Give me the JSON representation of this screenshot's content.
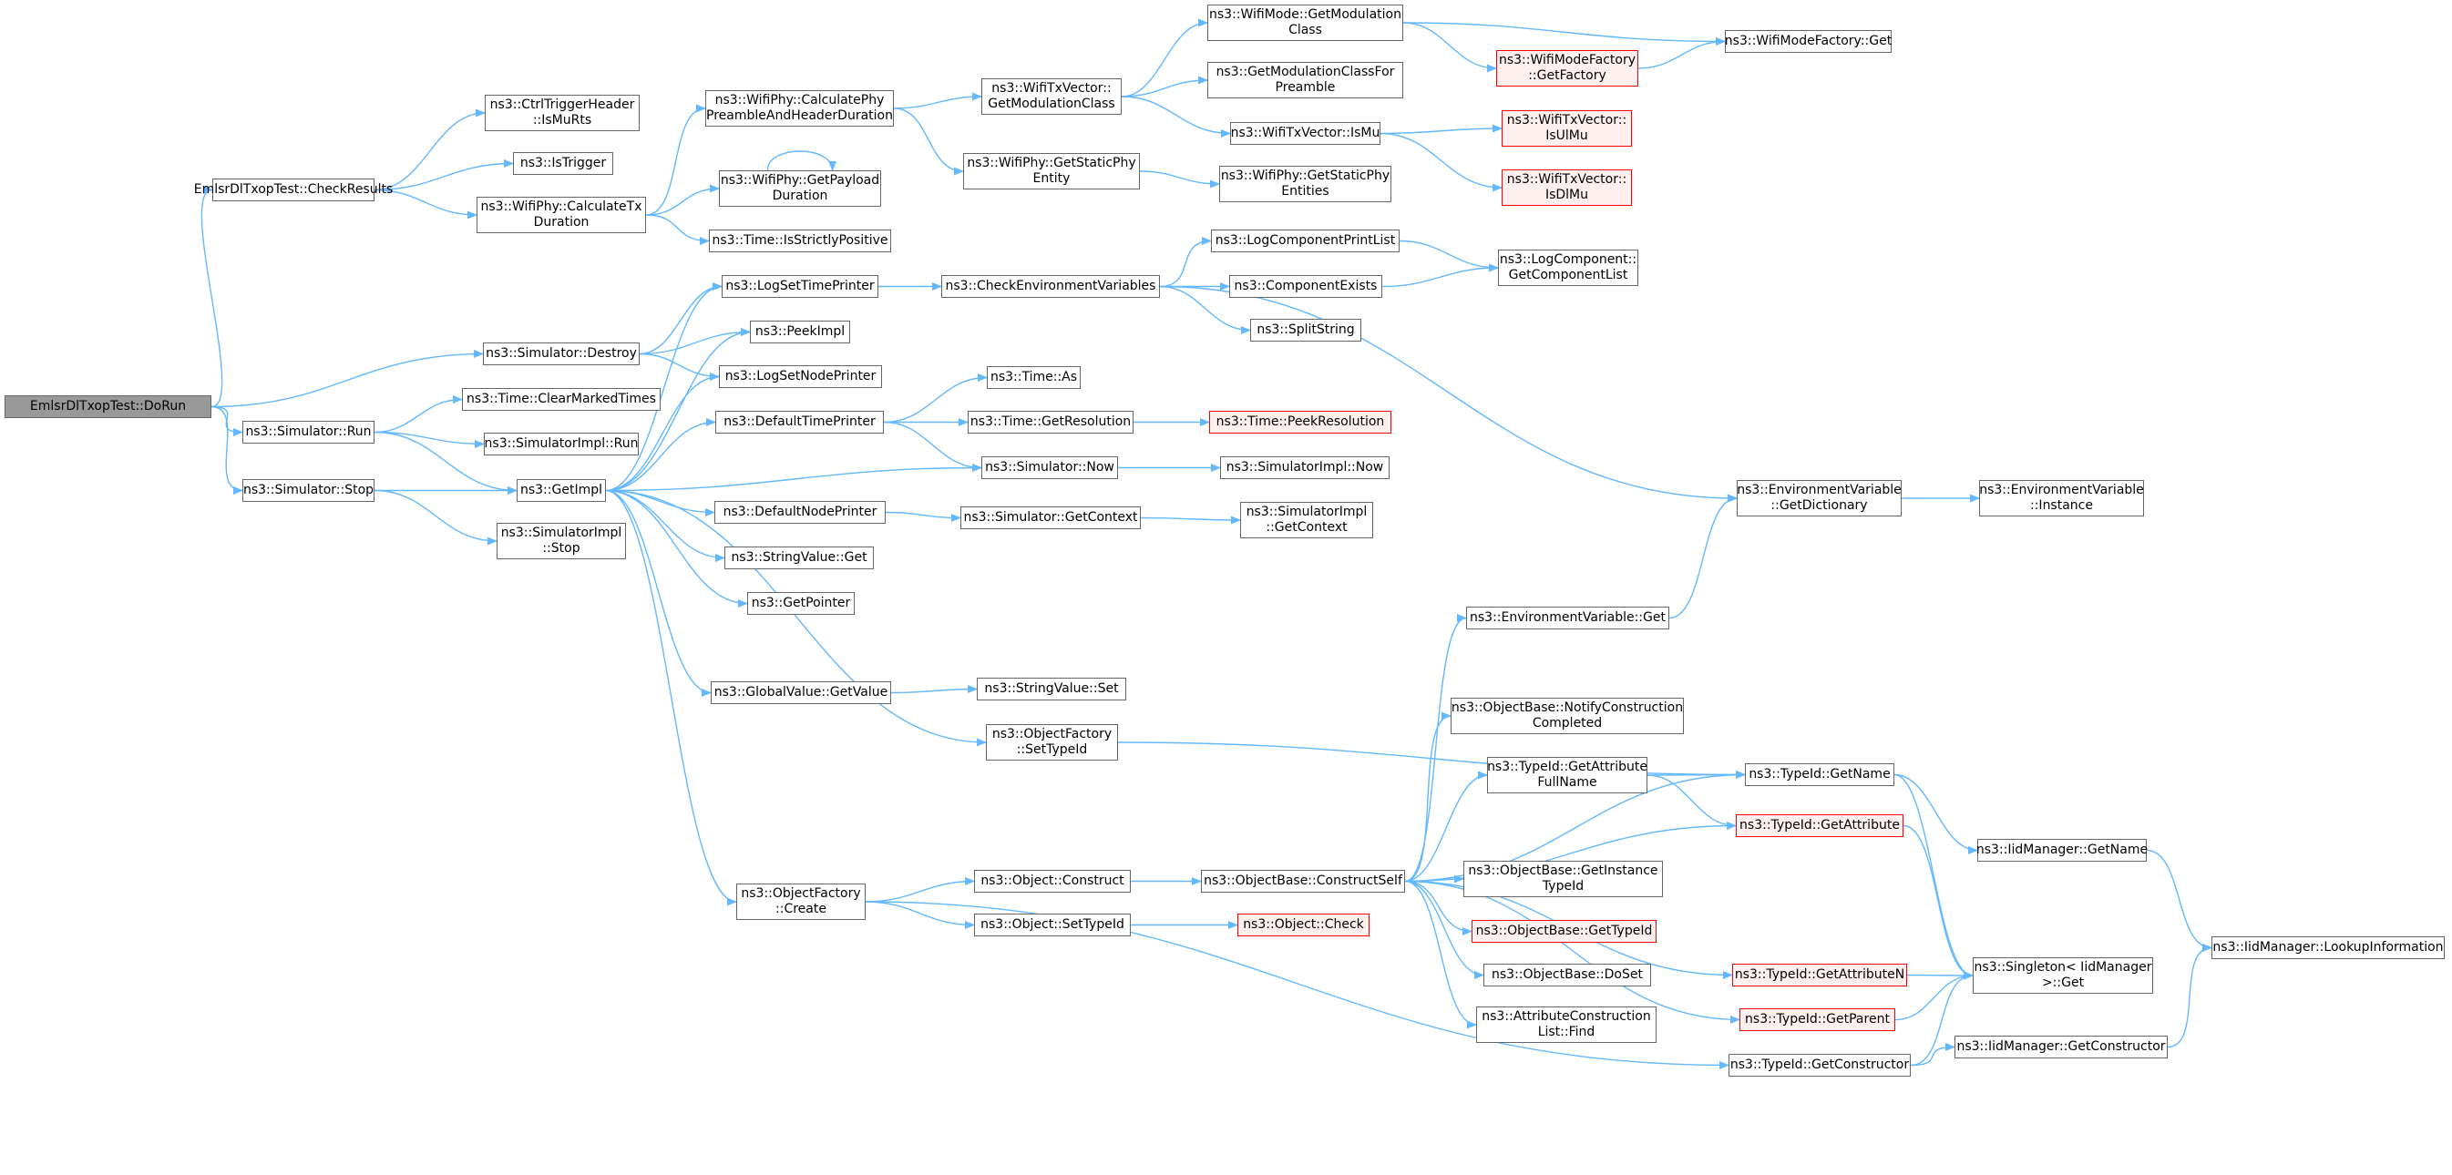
{
  "colors": {
    "edge": "#63b8ff",
    "border": "#666666",
    "red_border": "#ff0000",
    "red_fill": "#fff0f0",
    "root_fill": "#999999"
  },
  "nodes": {
    "dorun": "EmlsrDlTxopTest::DoRun",
    "checkresults": "EmlsrDlTxopTest::CheckResults",
    "ctrltrigger": "ns3::CtrlTriggerHeader\n::IsMuRts",
    "istrigger": "ns3::IsTrigger",
    "calctx": "ns3::WifiPhy::CalculateTx\nDuration",
    "calcphy": "ns3::WifiPhy::CalculatePhy\nPreambleAndHeaderDuration",
    "payload": "ns3::WifiPhy::GetPayload\nDuration",
    "strictpos": "ns3::Time::IsStrictlyPositive",
    "txvecgetmod": "ns3::WifiTxVector::\nGetModulationClass",
    "staticphy": "ns3::WifiPhy::GetStaticPhy\nEntity",
    "modeget": "ns3::WifiMode::GetModulation\nClass",
    "modpreamble": "ns3::GetModulationClassFor\nPreamble",
    "ismu": "ns3::WifiTxVector::IsMu",
    "staticphyentities": "ns3::WifiPhy::GetStaticPhy\nEntities",
    "getfactory": "ns3::WifiModeFactory\n::GetFactory",
    "factoryget": "ns3::WifiModeFactory::Get",
    "isulmu": "ns3::WifiTxVector::\nIsUlMu",
    "isdlmu": "ns3::WifiTxVector::\nIsDlMu",
    "destroy": "ns3::Simulator::Destroy",
    "logsettime": "ns3::LogSetTimePrinter",
    "peekimpl": "ns3::PeekImpl",
    "logsetnode": "ns3::LogSetNodePrinter",
    "checkenv": "ns3::CheckEnvironmentVariables",
    "logcompprint": "ns3::LogComponentPrintList",
    "compexists": "ns3::ComponentExists",
    "splitstring": "ns3::SplitString",
    "getcomplist": "ns3::LogComponent::\nGetComponentList",
    "run": "ns3::Simulator::Run",
    "clearmarked": "ns3::Time::ClearMarkedTimes",
    "implrun": "ns3::SimulatorImpl::Run",
    "stop": "ns3::Simulator::Stop",
    "implstop": "ns3::SimulatorImpl\n::Stop",
    "getimpl": "ns3::GetImpl",
    "deftime": "ns3::DefaultTimePrinter",
    "timeas": "ns3::Time::As",
    "getres": "ns3::Time::GetResolution",
    "peekres": "ns3::Time::PeekResolution",
    "simnow": "ns3::Simulator::Now",
    "implnow": "ns3::SimulatorImpl::Now",
    "defnode": "ns3::DefaultNodePrinter",
    "getcontext": "ns3::Simulator::GetContext",
    "implctx": "ns3::SimulatorImpl\n::GetContext",
    "strget": "ns3::StringValue::Get",
    "getpointer": "ns3::GetPointer",
    "envdict": "ns3::EnvironmentVariable\n::GetDictionary",
    "envinst": "ns3::EnvironmentVariable\n::Instance",
    "envget": "ns3::EnvironmentVariable::Get",
    "globalget": "ns3::GlobalValue::GetValue",
    "strset": "ns3::StringValue::Set",
    "settypeid": "ns3::ObjectFactory\n::SetTypeId",
    "notify": "ns3::ObjectBase::NotifyConstruction\nCompleted",
    "attrfull": "ns3::TypeId::GetAttribute\nFullName",
    "getname": "ns3::TypeId::GetName",
    "getattr": "ns3::TypeId::GetAttribute",
    "iidname": "ns3::IidManager::GetName",
    "create": "ns3::ObjectFactory\n::Create",
    "construct": "ns3::Object::Construct",
    "constructself": "ns3::ObjectBase::ConstructSelf",
    "instancetid": "ns3::ObjectBase::GetInstance\nTypeId",
    "objsettid": "ns3::Object::SetTypeId",
    "objcheck": "ns3::Object::Check",
    "gettypeid": "ns3::ObjectBase::GetTypeId",
    "lookup": "ns3::IidManager::LookupInformation",
    "doset": "ns3::ObjectBase::DoSet",
    "attrn": "ns3::TypeId::GetAttributeN",
    "singleton": "ns3::Singleton< IidManager\n>::Get",
    "attrfind": "ns3::AttributeConstruction\nList::Find",
    "getparent": "ns3::TypeId::GetParent",
    "tidctor": "ns3::TypeId::GetConstructor",
    "iidctor": "ns3::IidManager::GetConstructor"
  }
}
